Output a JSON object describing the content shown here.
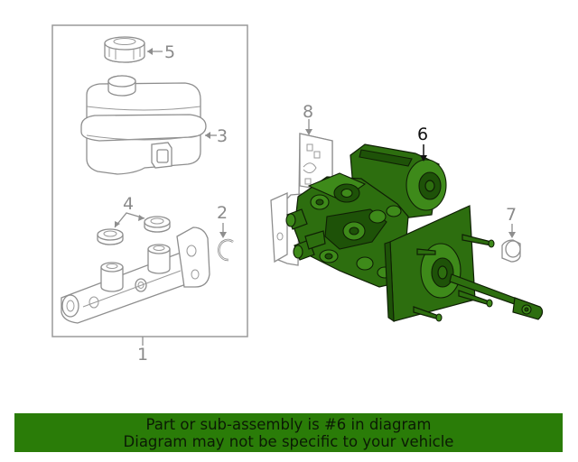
{
  "callouts": {
    "n1": "1",
    "n2": "2",
    "n3": "3",
    "n4": "4",
    "n5": "5",
    "n6": "6",
    "n7": "7",
    "n8": "8"
  },
  "banner": {
    "line1": "Part or sub-assembly is #6 in diagram",
    "line2": "Diagram may not be specific to your vehicle",
    "color": "#2a7c08"
  },
  "colors": {
    "highlight": "#2d6e0f",
    "lines": "#8e8e8e"
  }
}
